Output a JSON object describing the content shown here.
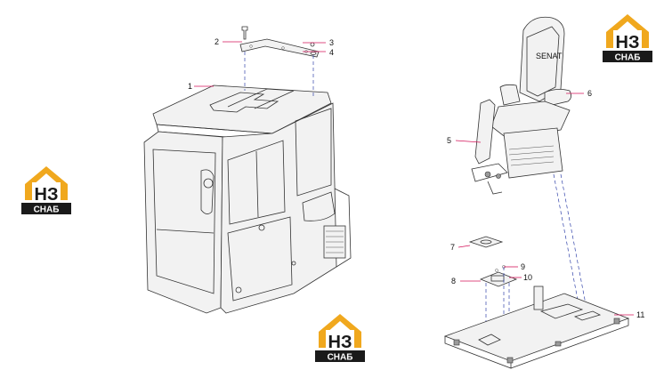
{
  "callouts": [
    {
      "id": "c1",
      "label": "1"
    },
    {
      "id": "c2",
      "label": "2"
    },
    {
      "id": "c3",
      "label": "3"
    },
    {
      "id": "c4",
      "label": "4"
    },
    {
      "id": "c5",
      "label": "5"
    },
    {
      "id": "c6",
      "label": "6"
    },
    {
      "id": "c7",
      "label": "7"
    },
    {
      "id": "c8",
      "label": "8"
    },
    {
      "id": "c9",
      "label": "9"
    },
    {
      "id": "c10",
      "label": "10"
    },
    {
      "id": "c11",
      "label": "11"
    }
  ],
  "watermark": {
    "mark": "НЗ",
    "caption": "СНАБ"
  },
  "seat_brand": "SENAT",
  "colors": {
    "logo_orange": "#f0a81e",
    "logo_dark": "#1a1a1a",
    "leader": "#d4145a",
    "dashed": "#3344aa"
  }
}
